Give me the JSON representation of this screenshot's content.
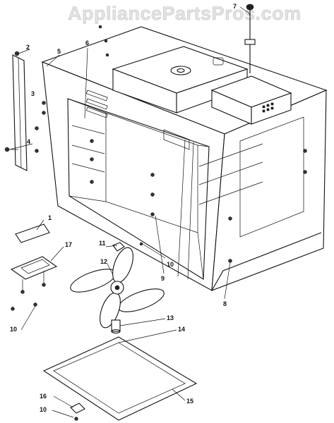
{
  "watermark": "AppliancePartsPros.com",
  "callouts": {
    "c1": "1",
    "c2": "2",
    "c3": "3",
    "c4": "4",
    "c5": "5",
    "c6": "6",
    "c7": "7",
    "c8": "8",
    "c9": "9",
    "c10a": "10",
    "c10b": "10",
    "c10c": "10",
    "c11": "11",
    "c12": "12",
    "c13": "13",
    "c14": "14",
    "c15": "15",
    "c16": "16",
    "c17": "17"
  },
  "colors": {
    "line": "#111111",
    "watermark": "#e2e2e2",
    "background": "#ffffff"
  }
}
